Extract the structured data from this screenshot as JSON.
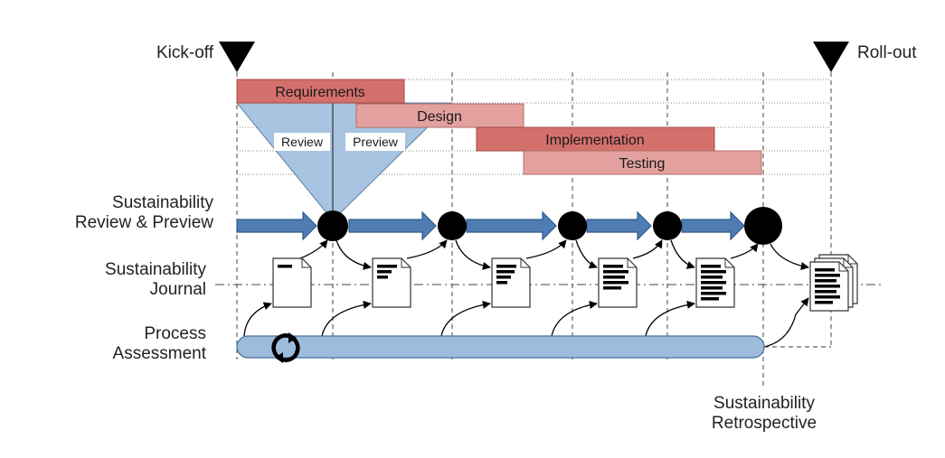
{
  "milestones": {
    "start": "Kick-off",
    "end": "Roll-out"
  },
  "phases": [
    {
      "label": "Requirements",
      "color": "#d4706c"
    },
    {
      "label": "Design",
      "color": "#e2a19e"
    },
    {
      "label": "Implementation",
      "color": "#d4706c"
    },
    {
      "label": "Testing",
      "color": "#e2a19e"
    }
  ],
  "review_funnel": {
    "left_label": "Review",
    "right_label": "Preview",
    "color": "#a8c4e0"
  },
  "rows": {
    "review_preview": [
      "Sustainability",
      "Review & Preview"
    ],
    "journal": [
      "Sustainability",
      "Journal"
    ],
    "assessment": [
      "Process",
      "Assessment"
    ]
  },
  "retrospective": [
    "Sustainability",
    "Retrospective"
  ],
  "colors": {
    "arrow_fill": "#4f7cb3",
    "arrow_stroke": "#2d5a8e",
    "process_bar": "#9dbcdc",
    "node": "#000000"
  },
  "icons": {
    "milestone": "triangle-down-icon",
    "document": "document-icon",
    "cycle": "refresh-cycle-icon"
  }
}
